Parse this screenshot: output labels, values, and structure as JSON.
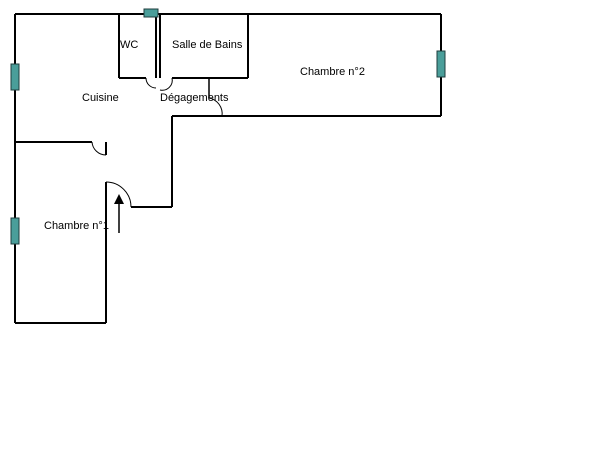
{
  "rooms": {
    "wc": "WC",
    "salle_de_bains": "Salle de Bains",
    "chambre_2": "Chambre n°2",
    "cuisine": "Cuisine",
    "degagements": "Dégagements",
    "chambre_1": "Chambre n°1"
  },
  "colors": {
    "wall": "#000000",
    "window": "#4a9e9a",
    "background": "#ffffff"
  }
}
